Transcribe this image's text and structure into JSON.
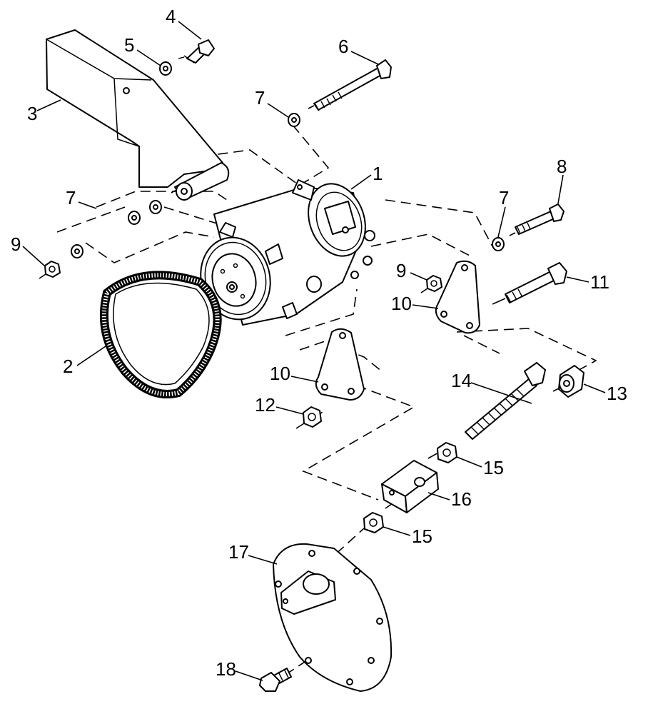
{
  "callouts": {
    "c1": "1",
    "c2": "2",
    "c3": "3",
    "c4": "4",
    "c5": "5",
    "c6": "6",
    "c7a": "7",
    "c7b": "7",
    "c7c": "7",
    "c8": "8",
    "c9a": "9",
    "c9b": "9",
    "c10a": "10",
    "c10b": "10",
    "c11": "11",
    "c12": "12",
    "c13": "13",
    "c14": "14",
    "c15a": "15",
    "c15b": "15",
    "c16": "16",
    "c17": "17",
    "c18": "18"
  }
}
